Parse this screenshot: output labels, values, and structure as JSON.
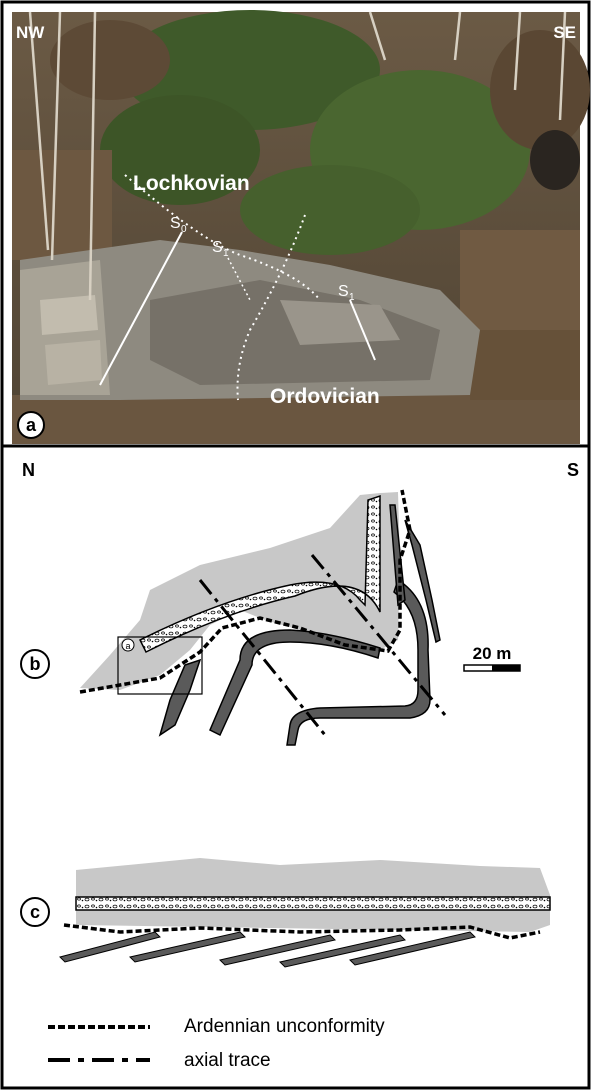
{
  "figure": {
    "panel_a": {
      "letter": "a",
      "orient_left": "NW",
      "orient_right": "SE",
      "unit_upper": "Lochkovian",
      "unit_lower": "Ordovician",
      "s0_label": "S",
      "s0_sub": "0",
      "s1a_label": "S",
      "s1a_sub": "1",
      "s1b_label": "S",
      "s1b_sub": "1"
    },
    "panel_b": {
      "letter": "b",
      "orient_left": "N",
      "orient_right": "S",
      "inset_letter": "a",
      "scale_label": "20 m"
    },
    "panel_c": {
      "letter": "c"
    },
    "legend": {
      "unconformity_label": "Ardennian unconformity",
      "axial_label": "axial trace"
    }
  },
  "colors": {
    "outcrop_gray": "#c8c8c8",
    "bed_dark": "#5a5a5a",
    "line": "#000000"
  }
}
